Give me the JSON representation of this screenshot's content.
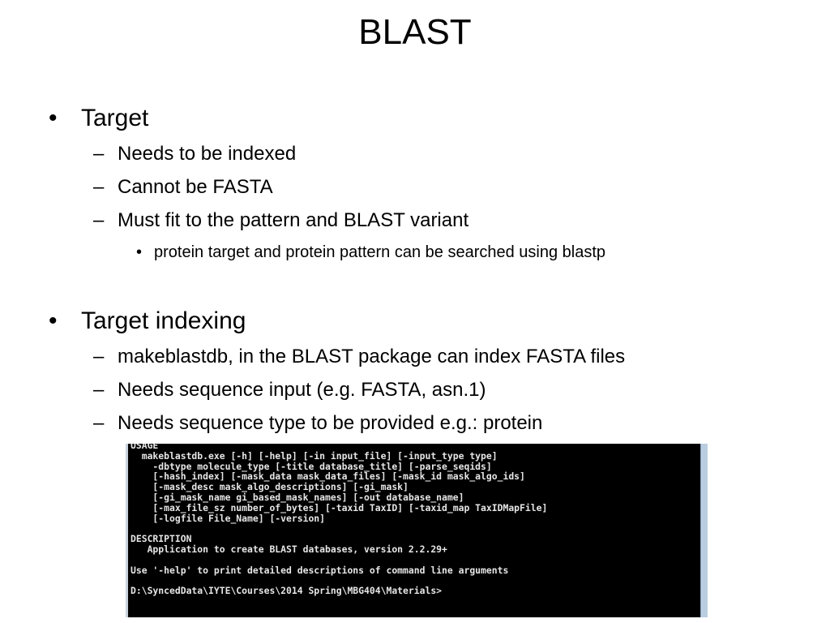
{
  "slide": {
    "title": "BLAST"
  },
  "bullets": [
    {
      "text": "Target",
      "items": [
        {
          "text": "Needs to be indexed"
        },
        {
          "text": "Cannot be FASTA"
        },
        {
          "text": "Must fit to the pattern and BLAST variant",
          "items": [
            {
              "text": "protein target and protein pattern can be searched using blastp"
            }
          ]
        }
      ]
    },
    {
      "text": "Target indexing",
      "items": [
        {
          "text": "makeblastdb, in the BLAST package can index FASTA files"
        },
        {
          "text": "Needs sequence input (e.g. FASTA, asn.1)"
        },
        {
          "text": "Needs sequence type to be provided e.g.: protein"
        }
      ]
    }
  ],
  "markers": {
    "level1": "•",
    "level2": "–",
    "level3": "•"
  },
  "console": {
    "lines": [
      "USAGE",
      "  makeblastdb.exe [-h] [-help] [-in input_file] [-input_type type]",
      "    -dbtype molecule_type [-title database_title] [-parse_seqids]",
      "    [-hash_index] [-mask_data mask_data_files] [-mask_id mask_algo_ids]",
      "    [-mask_desc mask_algo_descriptions] [-gi_mask]",
      "    [-gi_mask_name gi_based_mask_names] [-out database_name]",
      "    [-max_file_sz number_of_bytes] [-taxid TaxID] [-taxid_map TaxIDMapFile]",
      "    [-logfile File_Name] [-version]",
      "",
      "DESCRIPTION",
      "   Application to create BLAST databases, version 2.2.29+",
      "",
      "Use '-help' to print detailed descriptions of command line arguments",
      "",
      "D:\\SyncedData\\IYTE\\Courses\\2014 Spring\\MBG404\\Materials>"
    ],
    "background": "#000000",
    "foreground": "#e6e6e6"
  }
}
